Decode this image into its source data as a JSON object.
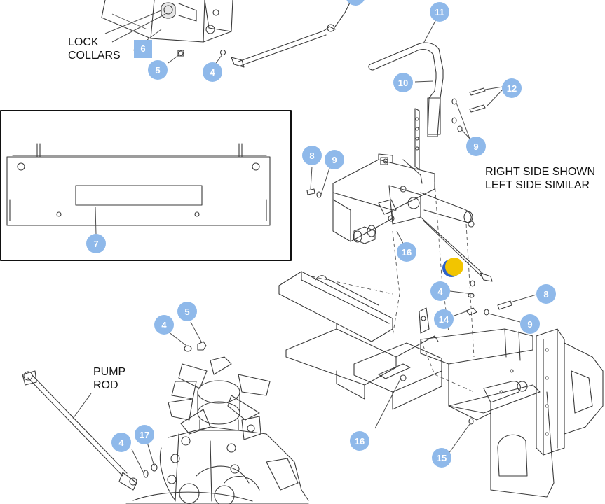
{
  "labels": {
    "lock_collars": [
      "LOCK",
      "COLLARS"
    ],
    "pump_rod": [
      "PUMP",
      "ROD"
    ],
    "side_note": [
      "RIGHT SIDE SHOWN",
      "LEFT SIDE SIMILAR"
    ]
  },
  "square_callout": "6",
  "callouts": [
    {
      "id": "c5a",
      "text": "5"
    },
    {
      "id": "c4a",
      "text": "4"
    },
    {
      "id": "c11",
      "text": "11"
    },
    {
      "id": "c10",
      "text": "10"
    },
    {
      "id": "c12",
      "text": "12"
    },
    {
      "id": "c9a",
      "text": "9"
    },
    {
      "id": "c8a",
      "text": "8"
    },
    {
      "id": "c9b",
      "text": "9"
    },
    {
      "id": "c7",
      "text": "7"
    },
    {
      "id": "c16a",
      "text": "16"
    },
    {
      "id": "c4b",
      "text": "4"
    },
    {
      "id": "c8b",
      "text": "8"
    },
    {
      "id": "c14",
      "text": "14"
    },
    {
      "id": "c9c",
      "text": "9"
    },
    {
      "id": "c5b",
      "text": "5"
    },
    {
      "id": "c4c",
      "text": "4"
    },
    {
      "id": "c16b",
      "text": "16"
    },
    {
      "id": "c4d",
      "text": "4"
    },
    {
      "id": "c17",
      "text": "17"
    },
    {
      "id": "c15",
      "text": "15"
    }
  ],
  "colors": {
    "callout": "#8fb9ea",
    "callout_text": "#ffffff",
    "line": "#3a3a3a",
    "cursor_fill": "#f2c500",
    "cursor_edge": "#2f63c8"
  }
}
